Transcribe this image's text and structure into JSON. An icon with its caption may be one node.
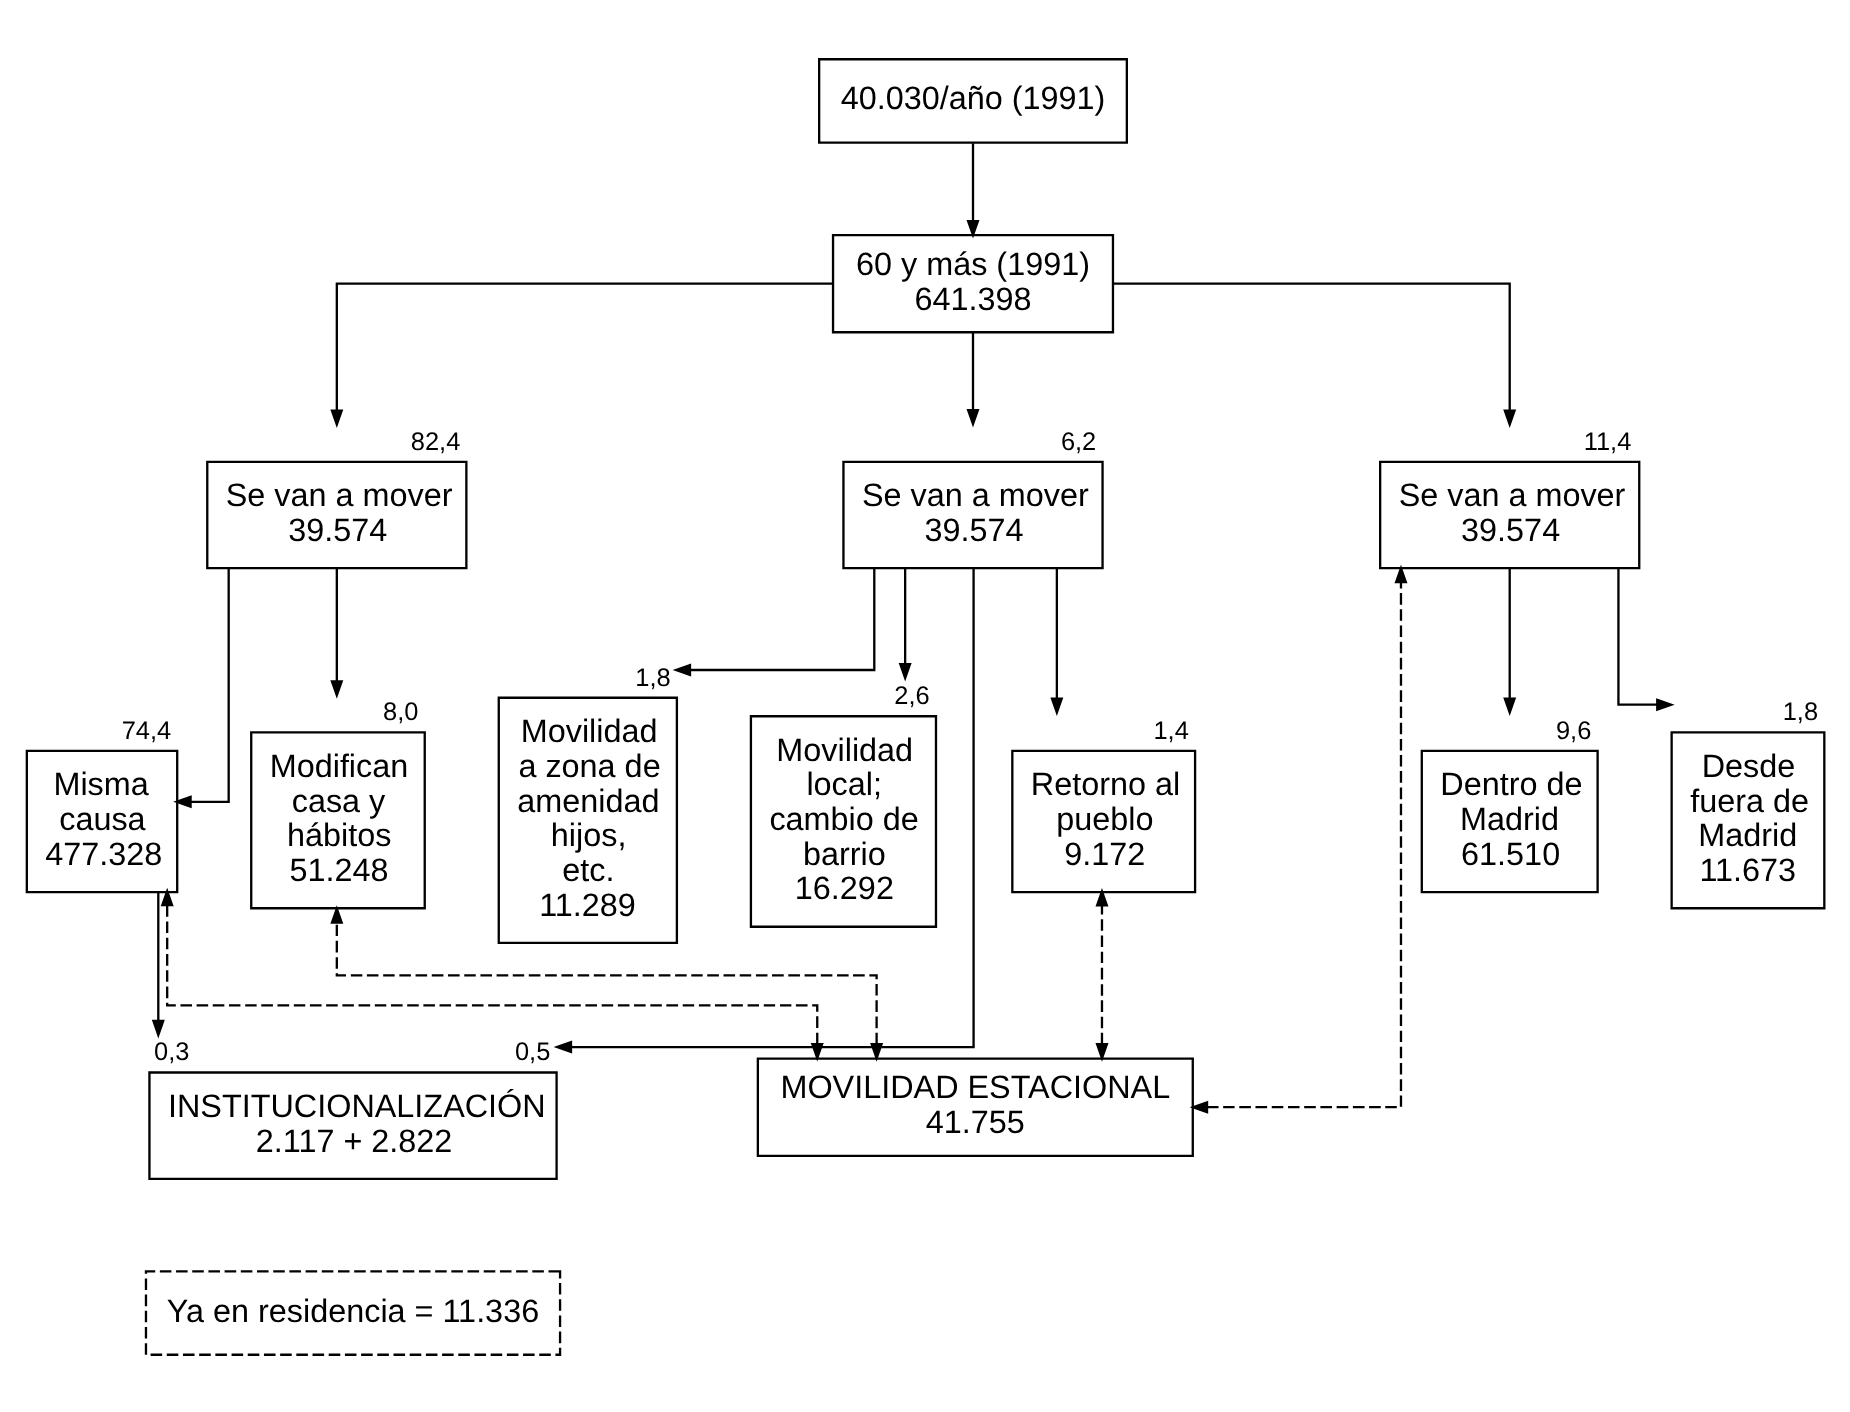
{
  "diagram": {
    "nodes": [
      {
        "text": [
          "40.030/año (1991)"
        ]
      },
      {
        "text": [
          "60 y más (1991) 641.398"
        ]
      },
      {
        "text": [
          "Se van a mover 39.574"
        ],
        "beside": [
          "82,4"
        ]
      },
      {
        "text": [
          "Se van a mover 39.574"
        ],
        "beside": [
          "6,2"
        ]
      },
      {
        "text": [
          "Se van a mover 39.574"
        ],
        "beside": [
          "11,4"
        ]
      },
      {
        "text": [
          "Misma causa 477.328"
        ],
        "beside": [
          "74,4"
        ]
      },
      {
        "text": [
          "Modifican casa y hábitos 51.248"
        ],
        "beside": [
          "8,0"
        ]
      },
      {
        "text": [
          "Movilidad a zona de amenidad hijos, etc. 11.289"
        ],
        "beside": [
          "1,8"
        ]
      },
      {
        "text": [
          "Movilidad local; cambio de barrio 16.292"
        ],
        "beside": [
          "2,6"
        ]
      },
      {
        "text": [
          "Retorno al pueblo 9.172"
        ],
        "beside": [
          "1,4"
        ]
      },
      {
        "text": [
          "Dentro de Madrid 61.510"
        ],
        "beside": [
          "9,6"
        ]
      },
      {
        "text": [
          "Desde fuera de Madrid 11.673"
        ],
        "beside": [
          "1,8"
        ]
      },
      {
        "text": [
          "INSTITUCIONALIZACIÓN 2.117 + 2.822"
        ],
        "beside": [
          "0,3",
          "0,5"
        ]
      },
      {
        "text": [
          "Ya en residencia = 11.336"
        ]
      },
      {
        "text": [
          "MOVILIDAD ESTACIONAL 41.755"
        ]
      }
    ],
    "edges": [
      {
        "from": 0,
        "to": 1,
        "arrow": "to"
      },
      {
        "from": 1,
        "to": 2,
        "arrow": "to"
      },
      {
        "from": 1,
        "to": 3,
        "arrow": "to"
      },
      {
        "from": 1,
        "to": 4,
        "arrow": "to"
      },
      {
        "from": 2,
        "to": 5,
        "arrow": "to"
      },
      {
        "from": 2,
        "to": 6,
        "arrow": "to"
      },
      {
        "from": 3,
        "to": 7,
        "arrow": "to"
      },
      {
        "from": 3,
        "to": 8,
        "arrow": "to"
      },
      {
        "from": 3,
        "to": 9,
        "arrow": "to"
      },
      {
        "from": 4,
        "to": 10,
        "arrow": "to"
      },
      {
        "from": 4,
        "to": 11,
        "arrow": "to"
      },
      {
        "from": 5,
        "to": 12,
        "arrow": "to"
      },
      {
        "from": 3,
        "to": 12,
        "arrow": "to"
      },
      {
        "from": 14,
        "to": 5,
        "arrow": "both",
        "style": "dashed"
      },
      {
        "from": 14,
        "to": 6,
        "arrow": "both",
        "style": "dashed"
      },
      {
        "from": 14,
        "to": 9,
        "arrow": "both",
        "style": "dashed"
      },
      {
        "from": 14,
        "to": 4,
        "arrow": "both",
        "style": "dashed"
      }
    ]
  }
}
